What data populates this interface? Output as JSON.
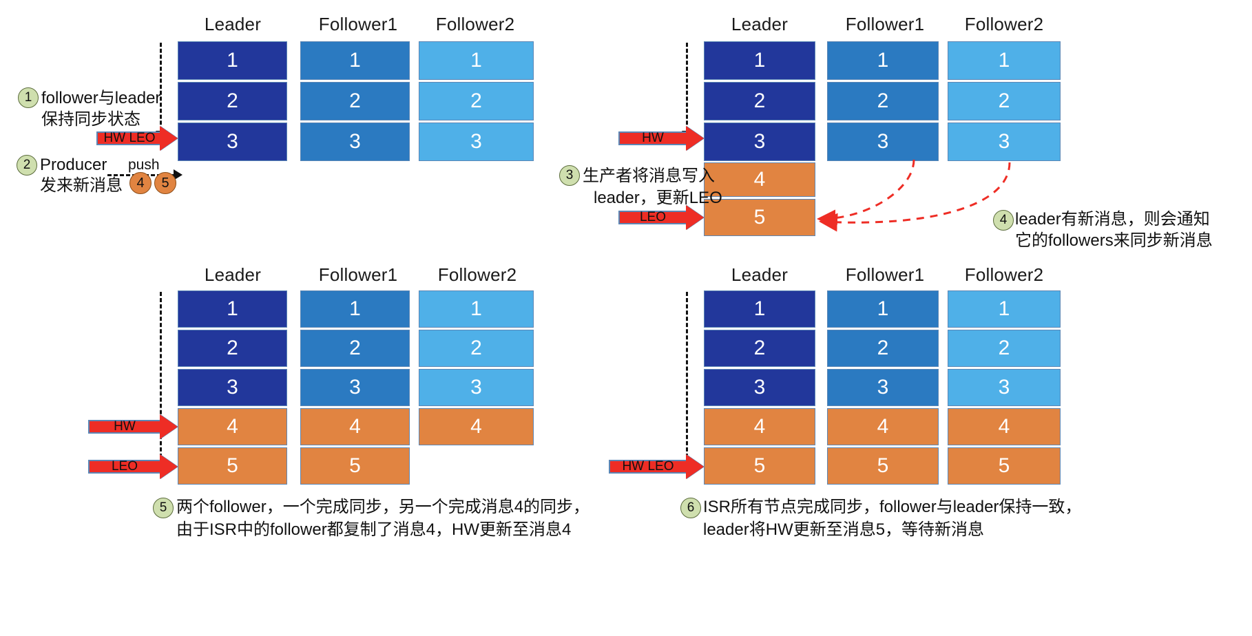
{
  "diagram": {
    "title": "Kafka HW / LEO replication flow",
    "columns": [
      "Leader",
      "Follower1",
      "Follower2"
    ],
    "colors": {
      "leader": "#22379b",
      "follower1": "#2b7ac1",
      "follower2": "#4fb0e8",
      "new_message": "#e18441",
      "arrow_red": "#ee2d25",
      "arrow_border": "#5b86b5",
      "bullet_green": "#cfdfae",
      "bullet_orange": "#e18441",
      "notify_dashed": "#ee2d25"
    },
    "markers": {
      "hw": "HW",
      "leo": "LEO",
      "hw_leo": "HW  LEO",
      "push": "push"
    }
  },
  "panel1": {
    "id": "step-1-2",
    "columns": [
      "Leader",
      "Follower1",
      "Follower2"
    ],
    "leader": [
      "1",
      "2",
      "3"
    ],
    "follower1": [
      "1",
      "2",
      "3"
    ],
    "follower2": [
      "1",
      "2",
      "3"
    ],
    "marker_label": "HW  LEO",
    "note1": {
      "num": "1",
      "line1": "follower与leader",
      "line2": "保持同步状态"
    },
    "note2": {
      "num": "2",
      "line1": "Producer",
      "line2": "发来新消息"
    },
    "push_label": "push",
    "pending_messages": [
      "4",
      "5"
    ]
  },
  "panel2": {
    "id": "step-3-4",
    "columns": [
      "Leader",
      "Follower1",
      "Follower2"
    ],
    "leader": [
      "1",
      "2",
      "3",
      "4",
      "5"
    ],
    "follower1": [
      "1",
      "2",
      "3"
    ],
    "follower2": [
      "1",
      "2",
      "3"
    ],
    "hw_label": "HW",
    "leo_label": "LEO",
    "note3": {
      "num": "3",
      "line1": "生产者将消息写入",
      "line2": "leader，更新LEO"
    },
    "note4": {
      "num": "4",
      "line1": "leader有新消息，则会通知",
      "line2": "它的followers来同步新消息"
    }
  },
  "panel3": {
    "id": "step-5",
    "columns": [
      "Leader",
      "Follower1",
      "Follower2"
    ],
    "leader": [
      "1",
      "2",
      "3",
      "4",
      "5"
    ],
    "follower1": [
      "1",
      "2",
      "3",
      "4",
      "5"
    ],
    "follower2": [
      "1",
      "2",
      "3",
      "4"
    ],
    "hw_label": "HW",
    "leo_label": "LEO",
    "caption": {
      "num": "5",
      "line1": "两个follower，一个完成同步，另一个完成消息4的同步，",
      "line2": "由于ISR中的follower都复制了消息4，HW更新至消息4"
    }
  },
  "panel4": {
    "id": "step-6",
    "columns": [
      "Leader",
      "Follower1",
      "Follower2"
    ],
    "leader": [
      "1",
      "2",
      "3",
      "4",
      "5"
    ],
    "follower1": [
      "1",
      "2",
      "3",
      "4",
      "5"
    ],
    "follower2": [
      "1",
      "2",
      "3",
      "4",
      "5"
    ],
    "marker_label": "HW  LEO",
    "caption": {
      "num": "6",
      "line1": "ISR所有节点完成同步，follower与leader保持一致，",
      "line2": "leader将HW更新至消息5，等待新消息"
    }
  }
}
